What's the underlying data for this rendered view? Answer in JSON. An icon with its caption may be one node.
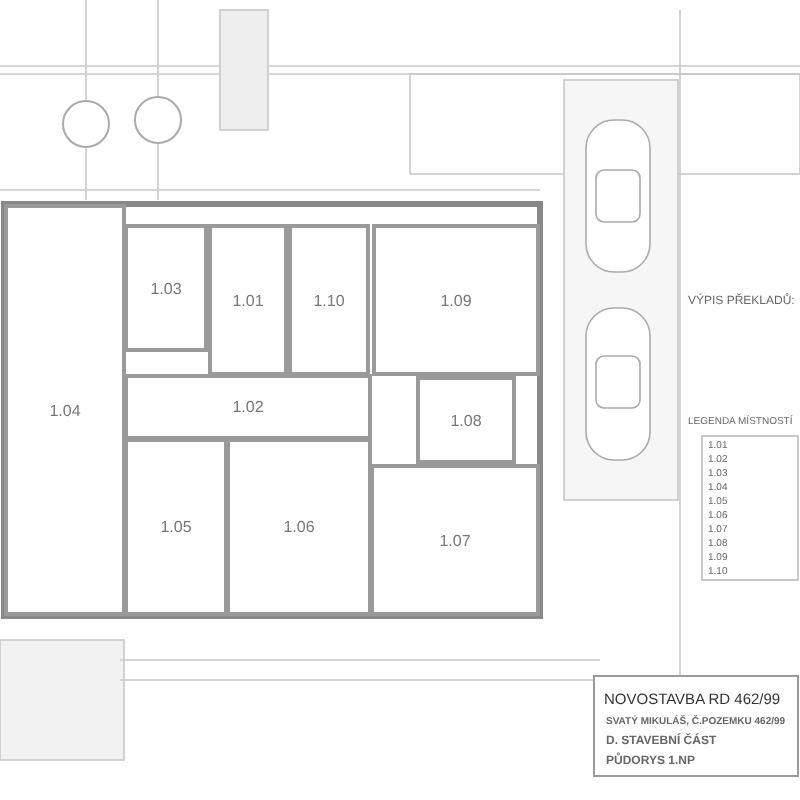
{
  "diagram": {
    "nodes": [
      {
        "text": [],
        "shape": "circle"
      },
      {
        "text": [],
        "shape": "circle"
      },
      {
        "text": [
          "1.04"
        ]
      },
      {
        "text": [
          "1.03"
        ]
      },
      {
        "text": [
          "1.01"
        ]
      },
      {
        "text": [
          "1.10"
        ]
      },
      {
        "text": [
          "1.09"
        ]
      },
      {
        "text": [
          "1.02"
        ]
      },
      {
        "text": [
          "1.08"
        ]
      },
      {
        "text": [
          "1.05"
        ]
      },
      {
        "text": [
          "1.06"
        ]
      },
      {
        "text": [
          "1.07"
        ]
      }
    ],
    "labels": [
      "VÝPIS PŘEKLADŮ:",
      "LEGENDA MÍSTNOSTÍ",
      "1.01",
      "1.02",
      "1.03",
      "1.04",
      "1.05",
      "1.06",
      "1.07",
      "1.08",
      "1.09",
      "1.10",
      "NOVOSTAVBA RD 462/99",
      "SVATÝ MIKULÁŠ, Č.POZEMKU 462/99",
      "D. STAVEBNÍ ČÁST",
      "PŮDORYS 1.NP"
    ]
  }
}
